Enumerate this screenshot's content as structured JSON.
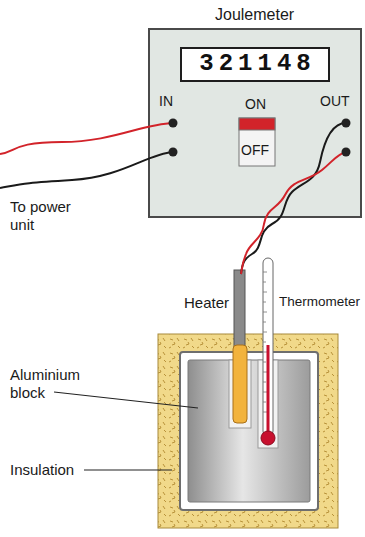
{
  "diagram": {
    "nodes": [
      {
        "text": [
          "Joulemeter",
          "IN",
          "ON",
          "OFF",
          "OUT"
        ]
      },
      {
        "text": [
          "321148"
        ],
        "in": 0
      }
    ],
    "labels": [
      "To power unit",
      "Heater",
      "Thermometer",
      "Aluminium block",
      "Insulation"
    ]
  }
}
